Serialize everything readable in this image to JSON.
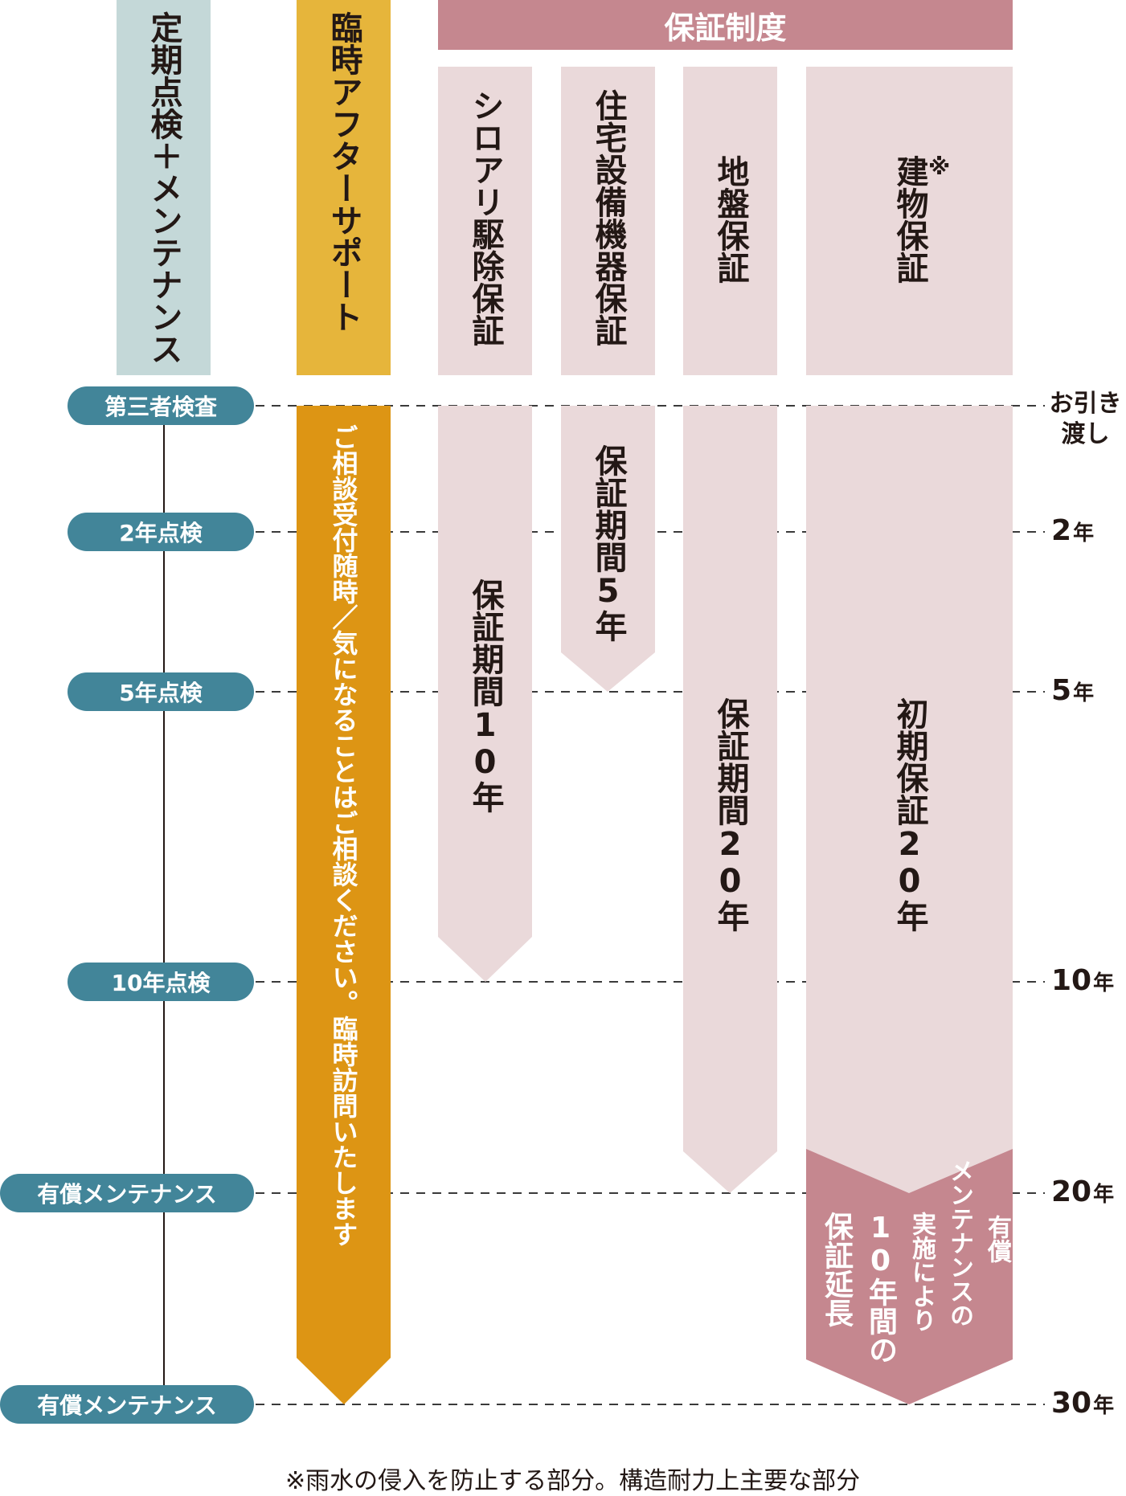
{
  "headers": {
    "inspection": "定期点検＋メンテナンス",
    "after_support": "臨時アフターサポート",
    "guarantee_system": "保証制度",
    "termite": "シロアリ駆除保証",
    "equipment": "住宅設備機器保証",
    "ground": "地盤保証",
    "building": "建物保証",
    "building_mark": "※"
  },
  "timeline": {
    "pills": [
      "第三者検査",
      "2年点検",
      "5年点検",
      "10年点検",
      "有償メンテナンス",
      "有償メンテナンス"
    ],
    "years": [
      {
        "line1": "お引き",
        "line2": "渡し"
      },
      {
        "num": "2",
        "unit": "年"
      },
      {
        "num": "5",
        "unit": "年"
      },
      {
        "num": "10",
        "unit": "年"
      },
      {
        "num": "20",
        "unit": "年"
      },
      {
        "num": "30",
        "unit": "年"
      }
    ]
  },
  "bars": {
    "support": "ご相談受付随時／気になることはご相談ください。臨時訪問いたします",
    "termite_period": "保証期間10年",
    "equipment_period": "保証期間5年",
    "ground_period": "保証期間20年",
    "building_initial": "初期保証20年",
    "extension_col1": "有償",
    "extension_col2": "メンテナンスの",
    "extension_col3": "実施により",
    "extension_col4": "10年間の",
    "extension_col5": "保証延長"
  },
  "footnote": "※雨水の侵入を防止する部分。構造耐力上主要な部分",
  "colors": {
    "teal_header": "#c4d8d8",
    "teal_pill": "#428599",
    "yellow_header": "#e6b53b",
    "orange_bar": "#dd9514",
    "pink_header": "#c5878f",
    "pink_light": "#ead9da",
    "pink_extension": "#c5878f"
  }
}
